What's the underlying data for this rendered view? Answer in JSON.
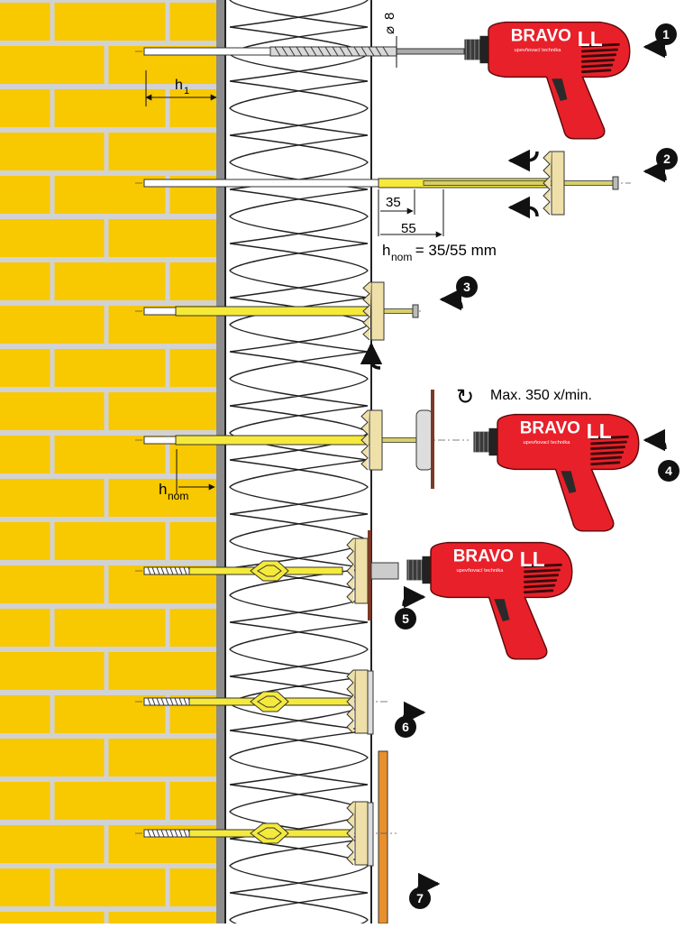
{
  "labels": {
    "dia_symbol": "⌀",
    "dia_value": "8",
    "h1_main": "h",
    "h1_sub": "1",
    "dim_35": "35",
    "dim_55": "55",
    "hnom_main": "h",
    "hnom_sub": "nom",
    "hnom_value": " = 35/55 mm",
    "speed": "Max. 350 x/min.",
    "hnom2_main": "h",
    "hnom2_sub": "nom"
  },
  "brand": {
    "name_main": "BRAVO",
    "name_tail": "LL",
    "tagline": "upevňovací technika"
  },
  "steps": [
    "1",
    "2",
    "3",
    "4",
    "5",
    "6",
    "7"
  ],
  "colors": {
    "brick": "#F8C800",
    "mortar": "#D2D2D2",
    "plaster": "#8C8C8C",
    "insulation": "#FFFFFF",
    "anchor": "#F5EA3C",
    "plate": "#EEE0A8",
    "drill": "#E8202A",
    "cladding": "#E9902E"
  }
}
